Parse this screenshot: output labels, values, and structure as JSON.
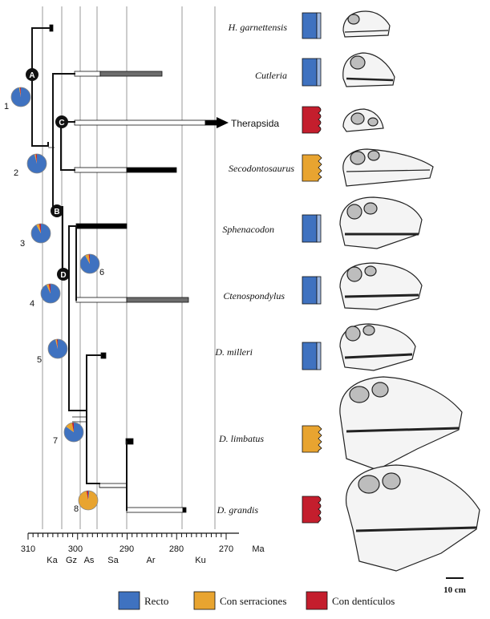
{
  "axis": {
    "unit": "Ma",
    "ticks": [
      "310",
      "300",
      "290",
      "280",
      "270"
    ],
    "stages": [
      "Ka",
      "Gz",
      "As",
      "Sa",
      "Ar",
      "Ku"
    ]
  },
  "nodes": [
    "A",
    "B",
    "C",
    "D"
  ],
  "taxa": [
    {
      "name": "H. garnettensis",
      "tooth": "Recto",
      "color": "#3f72c0"
    },
    {
      "name": "Cutleria",
      "tooth": "Recto",
      "color": "#3f72c0"
    },
    {
      "name": "Therapsida",
      "tooth": "Con dentículos",
      "color": "#c41e2d"
    },
    {
      "name": "Secodontosaurus",
      "tooth": "Con serraciones",
      "color": "#e8a430"
    },
    {
      "name": "Sphenacodon",
      "tooth": "Recto",
      "color": "#3f72c0"
    },
    {
      "name": "Ctenospondylus",
      "tooth": "Recto",
      "color": "#3f72c0"
    },
    {
      "name": "D. milleri",
      "tooth": "Recto",
      "color": "#3f72c0"
    },
    {
      "name": "D. limbatus",
      "tooth": "Con serraciones",
      "color": "#e8a430"
    },
    {
      "name": "D. grandis",
      "tooth": "Con dentículos",
      "color": "#c41e2d"
    }
  ],
  "pies": [
    {
      "label": "1",
      "blue": 0.97,
      "orange": 0.015,
      "red": 0.015
    },
    {
      "label": "2",
      "blue": 0.96,
      "orange": 0.02,
      "red": 0.02
    },
    {
      "label": "3",
      "blue": 0.92,
      "orange": 0.05,
      "red": 0.03
    },
    {
      "label": "4",
      "blue": 0.93,
      "orange": 0.04,
      "red": 0.03
    },
    {
      "label": "5",
      "blue": 0.96,
      "orange": 0.025,
      "red": 0.015
    },
    {
      "label": "6",
      "blue": 0.92,
      "orange": 0.06,
      "red": 0.02
    },
    {
      "label": "7",
      "blue": 0.85,
      "orange": 0.12,
      "red": 0.03
    },
    {
      "label": "8",
      "blue": 0.02,
      "orange": 0.95,
      "red": 0.03
    }
  ],
  "legend": [
    {
      "label": "Recto",
      "color": "#3f72c0"
    },
    {
      "label": "Con serraciones",
      "color": "#e8a430"
    },
    {
      "label": "Con dentículos",
      "color": "#c41e2d"
    }
  ],
  "scale_bar": "10 cm"
}
